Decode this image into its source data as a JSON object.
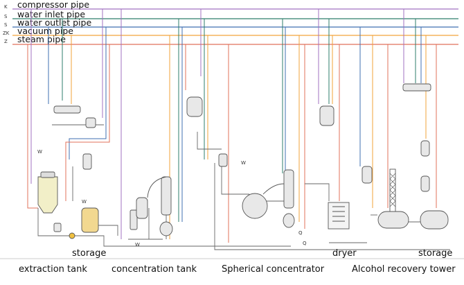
{
  "legend": [
    {
      "code": "K",
      "name": "compressor pipe",
      "color": "#a070c0"
    },
    {
      "code": "S",
      "name": "water inlet pipe",
      "color": "#2e7d6b"
    },
    {
      "code": "S",
      "name": "water outlet pipe",
      "color": "#3f6fb0"
    },
    {
      "code": "ZK",
      "name": "vacuum pipe",
      "color": "#f2a33a"
    },
    {
      "code": "Z",
      "name": "steam pipe",
      "color": "#e0705a"
    }
  ],
  "sections": [
    {
      "key": "extraction",
      "label": "extraction tank"
    },
    {
      "key": "concentration",
      "label": "concentration tank"
    },
    {
      "key": "spherical",
      "label": "Spherical concentrator"
    },
    {
      "key": "alcohol",
      "label": "Alcohol recovery tower"
    }
  ],
  "captions": {
    "storage_left": "storage",
    "storage_right": "storage",
    "dryer": "dryer",
    "tag_w1": "W",
    "tag_w2": "W",
    "tag_w3": "W",
    "tag_w4": "W",
    "tag_q1": "Q",
    "tag_q2": "Q"
  }
}
